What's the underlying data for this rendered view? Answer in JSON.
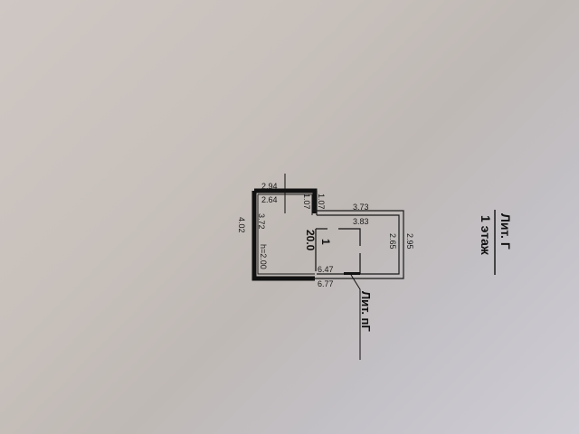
{
  "document": {
    "type": "floor-plan",
    "title": {
      "line1": "Лит. Г",
      "line2": "1 этаж"
    },
    "callout_label": "Лит. пГ",
    "room": {
      "number": "1",
      "area": "20.0",
      "height": "h=2.00"
    },
    "dimensions": {
      "top_outer": "2.94",
      "top_inner": "2.64",
      "step_outer": "1.07",
      "step_inner": "1.07",
      "right_top_outer": "3.73",
      "right_top_inner": "3.83",
      "right_side_inner": "2.65",
      "right_side_outer": "2.95",
      "left_outer": "4.02",
      "left_inner": "3.72",
      "bottom_inner": "6.47",
      "bottom_outer": "6.77"
    },
    "colors": {
      "paper": "#c7c0bb",
      "ink": "#111111"
    }
  }
}
